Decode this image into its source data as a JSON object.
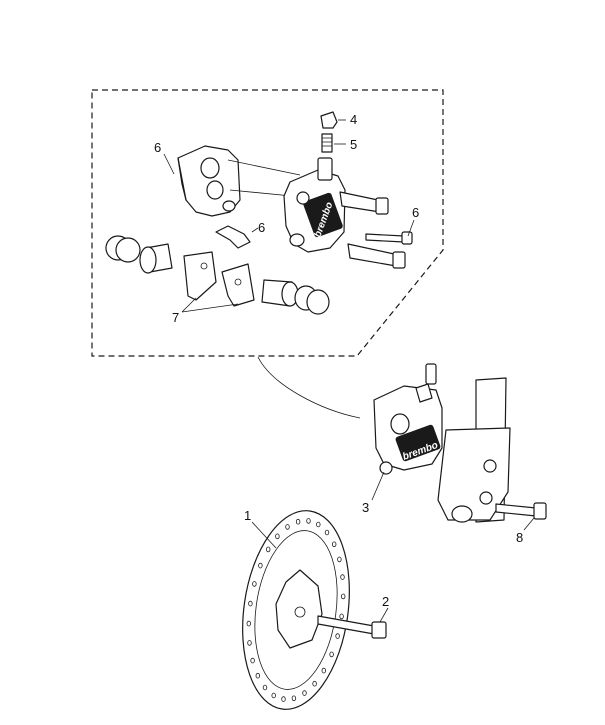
{
  "callouts": {
    "c1": "1",
    "c2": "2",
    "c3": "3",
    "c4": "4",
    "c5": "5",
    "c6a": "6",
    "c6b": "6",
    "c6c": "6",
    "c7": "7",
    "c8": "8"
  },
  "brand": {
    "top": "brembo",
    "bottom": "brembo"
  },
  "colors": {
    "line": "#1a1a1a",
    "background": "#ffffff"
  }
}
